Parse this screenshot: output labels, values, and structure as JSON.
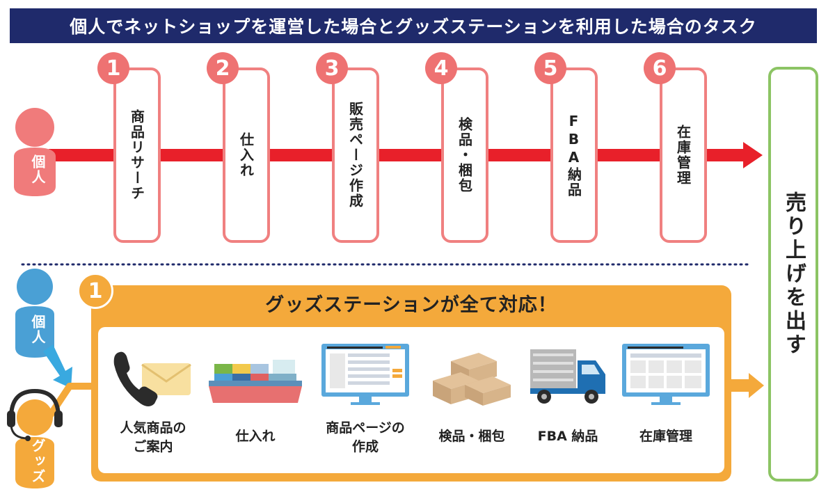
{
  "title": "個人でネットショップを運営した場合とグッズステーションを利用した場合のタスク",
  "top_flow": {
    "actor_label": "個人",
    "steps": [
      {
        "num": "1",
        "label": "商品リサーチ"
      },
      {
        "num": "2",
        "label": "仕入れ"
      },
      {
        "num": "3",
        "label": "販売ページ作成"
      },
      {
        "num": "4",
        "label": "検品・梱包"
      },
      {
        "num": "5",
        "label": "FBA納品"
      },
      {
        "num": "6",
        "label": "在庫管理"
      }
    ]
  },
  "final_result": "売り上げを出す",
  "bottom_flow": {
    "actor_person_label": "個人",
    "actor_goods_label": "グッズ",
    "step_num": "1",
    "heading": "グッズステーションが全て対応！",
    "services": [
      {
        "icon": "phone-mail-icon",
        "line1": "人気商品の",
        "line2": "ご案内"
      },
      {
        "icon": "cargo-ship-icon",
        "line1": "仕入れ",
        "line2": ""
      },
      {
        "icon": "monitor-page-icon",
        "line1": "商品ページの",
        "line2": "作成"
      },
      {
        "icon": "boxes-icon",
        "line1": "検品・梱包",
        "line2": ""
      },
      {
        "icon": "truck-icon",
        "line1": "FBA 納品",
        "line2": ""
      },
      {
        "icon": "monitor-inventory-icon",
        "line1": "在庫管理",
        "line2": ""
      }
    ]
  },
  "colors": {
    "title_bg": "#1f2a6b",
    "top_arrow": "#e8202a",
    "step_border": "#f08080",
    "person_red": "#f07b7b",
    "person_blue": "#4aa0d5",
    "goods_orange": "#f4a93b",
    "final_border": "#8cc464"
  }
}
